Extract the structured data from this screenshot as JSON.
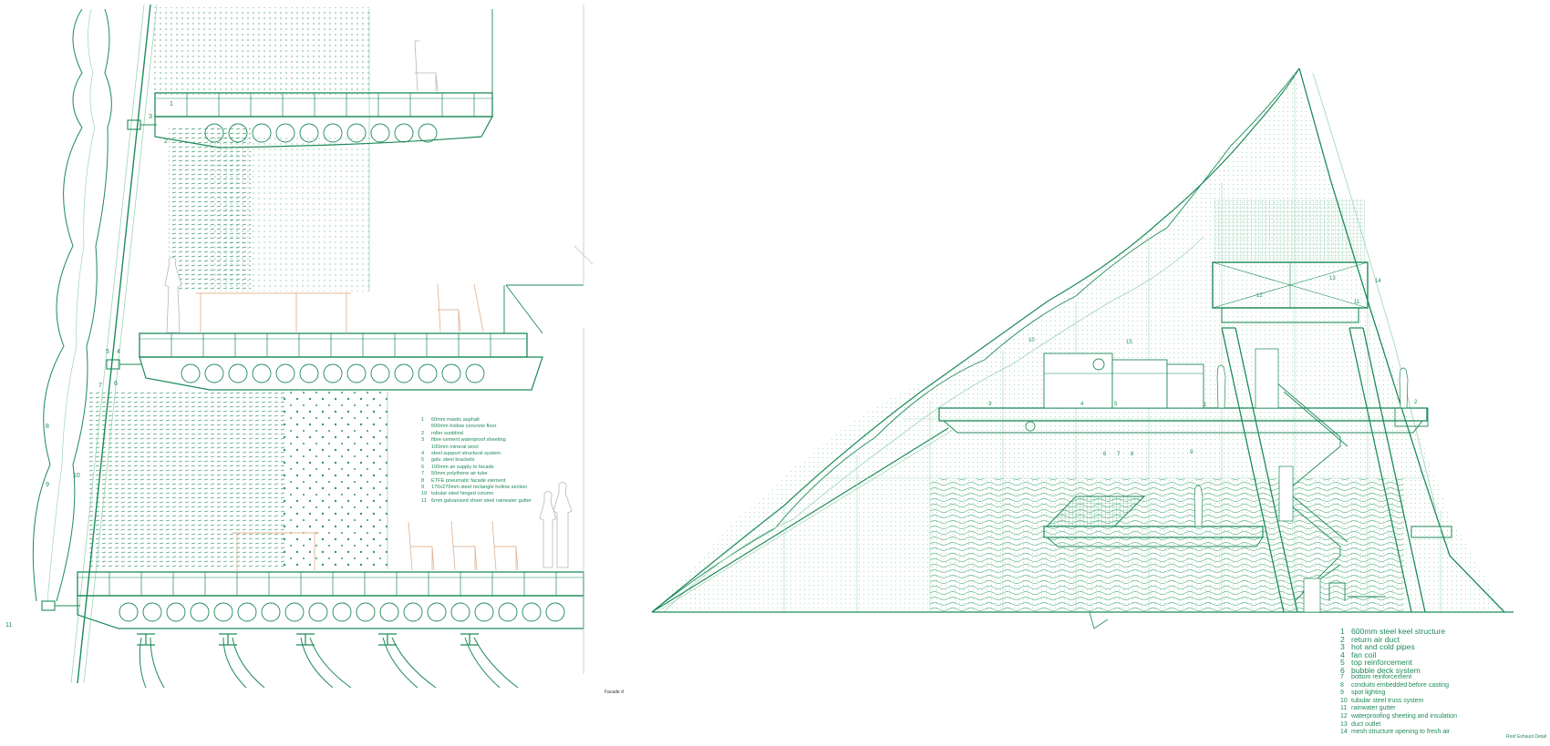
{
  "colors": {
    "line": "#1e8a5a",
    "light": "#9fd3b8",
    "pale": "#d8efe2",
    "chair": "#e3b79a",
    "figure": "#b7b7b7"
  },
  "left_section": {
    "callouts": [
      "1",
      "2",
      "3",
      "4",
      "5",
      "6",
      "7",
      "8",
      "9",
      "10",
      "11"
    ],
    "legend": [
      {
        "num": "1",
        "text": "60mm mastic asphalt"
      },
      {
        "num": "",
        "text": "600mm hollow concrete floor"
      },
      {
        "num": "2",
        "text": "roller sunblind"
      },
      {
        "num": "3",
        "text": "fibre-cement waterproof sheeting"
      },
      {
        "num": "",
        "text": "100mm mineral wool"
      },
      {
        "num": "4",
        "text": "steel support structural system"
      },
      {
        "num": "5",
        "text": "galv. steel brackets"
      },
      {
        "num": "6",
        "text": "100mm air supply to facade"
      },
      {
        "num": "7",
        "text": "50mm polythene air tube"
      },
      {
        "num": "8",
        "text": "ETFE pneumatic facade element"
      },
      {
        "num": "9",
        "text": "170x270mm steel rectangle hollow section"
      },
      {
        "num": "10",
        "text": "tubular steel hinged column"
      },
      {
        "num": "11",
        "text": "6mm galvanized sheet steel rainwater gutter"
      }
    ],
    "caption": "Facade d"
  },
  "right_section": {
    "legend": [
      {
        "num": "1",
        "text": "600mm steel keel structure"
      },
      {
        "num": "2",
        "text": "return air duct"
      },
      {
        "num": "3",
        "text": "hot and cold pipes"
      },
      {
        "num": "4",
        "text": "fan coil"
      },
      {
        "num": "5",
        "text": "top reinforcement"
      },
      {
        "num": "6",
        "text": "bubble deck system"
      },
      {
        "num": "7",
        "text": "bottom reinforcement"
      },
      {
        "num": "8",
        "text": "conduits embedded before casting"
      },
      {
        "num": "9",
        "text": "spot lighting"
      },
      {
        "num": "10",
        "text": "tubular steel truss system"
      },
      {
        "num": "11",
        "text": "rainwater gutter"
      },
      {
        "num": "12",
        "text": "waterproofing sheeting and insulation"
      },
      {
        "num": "13",
        "text": "duct outlet"
      },
      {
        "num": "14",
        "text": "mesh structure opening to fresh air"
      }
    ],
    "caption": "Roof Exhaust Detail"
  }
}
